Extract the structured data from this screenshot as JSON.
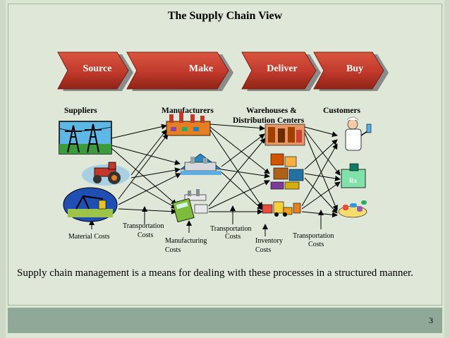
{
  "title": "The Supply Chain View",
  "stages": [
    {
      "label": "Source"
    },
    {
      "label": "Make"
    },
    {
      "label": "Deliver"
    },
    {
      "label": "Buy"
    }
  ],
  "columns": {
    "suppliers": "Suppliers",
    "manufacturers": "Manufacturers",
    "warehouses_line1": "Warehouses &",
    "warehouses_line2": "Distribution Centers",
    "customers": "Customers"
  },
  "costs": {
    "material": "Material Costs",
    "transport1_line1": "Transportation",
    "transport1_line2": "Costs",
    "manufacturing_line1": "Manufacturing",
    "manufacturing_line2": "Costs",
    "transport2_line1": "Transportation",
    "transport2_line2": "Costs",
    "inventory_line1": "Inventory",
    "inventory_line2": "Costs",
    "transport3_line1": "Transportation",
    "transport3_line2": "Costs"
  },
  "summary": "Supply chain management is a means for dealing with these processes in a structured manner.",
  "page_number": "3",
  "colors": {
    "chevron": "#c0392b",
    "chevron_shadow": "#7a1d12",
    "background": "#dfe8d8",
    "footer": "#8fa898"
  }
}
